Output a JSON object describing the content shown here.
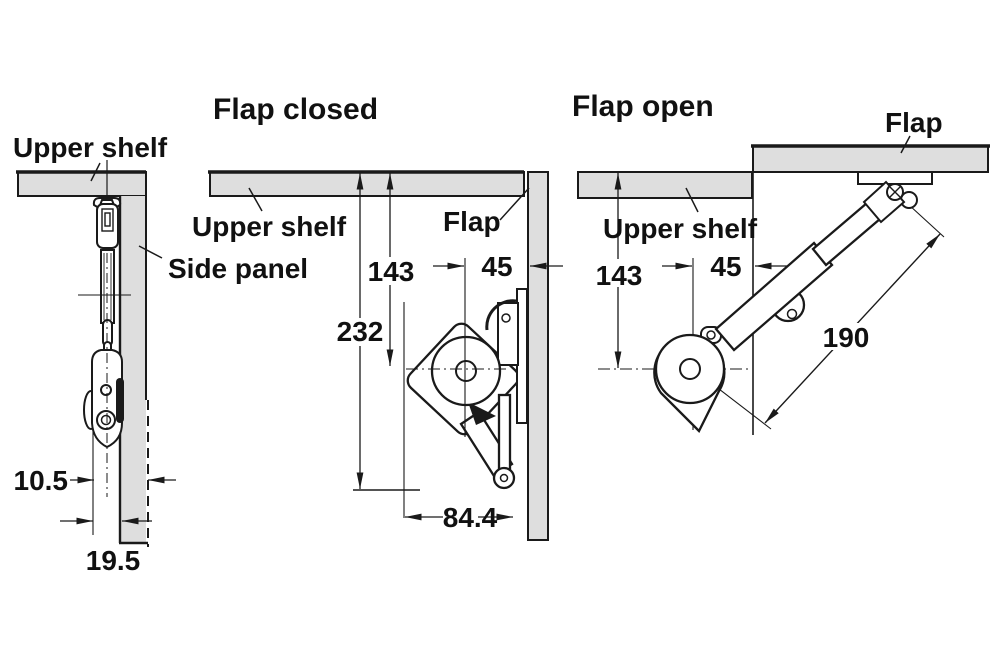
{
  "diagram": {
    "kind": "flap-fitting-installation-drawing",
    "colors": {
      "panel_gray": "#dedede",
      "line": "#1a1a1a",
      "background": "#ffffff"
    },
    "left_view": {
      "upper_shelf_label": "Upper shelf",
      "side_panel_label": "Side panel",
      "dim_center_offset": "10.5",
      "dim_edge_offset": "19.5"
    },
    "middle_view": {
      "title": "Flap closed",
      "upper_shelf_label": "Upper shelf",
      "flap_label": "Flap",
      "dim_height_to_axis": "143",
      "dim_depth_to_axis": "45",
      "dim_total_height": "232",
      "dim_width": "84.4"
    },
    "right_view": {
      "title": "Flap open",
      "upper_shelf_label": "Upper shelf",
      "flap_label": "Flap",
      "dim_height_to_axis": "143",
      "dim_depth_to_axis": "45",
      "dim_arm_length": "190"
    }
  }
}
